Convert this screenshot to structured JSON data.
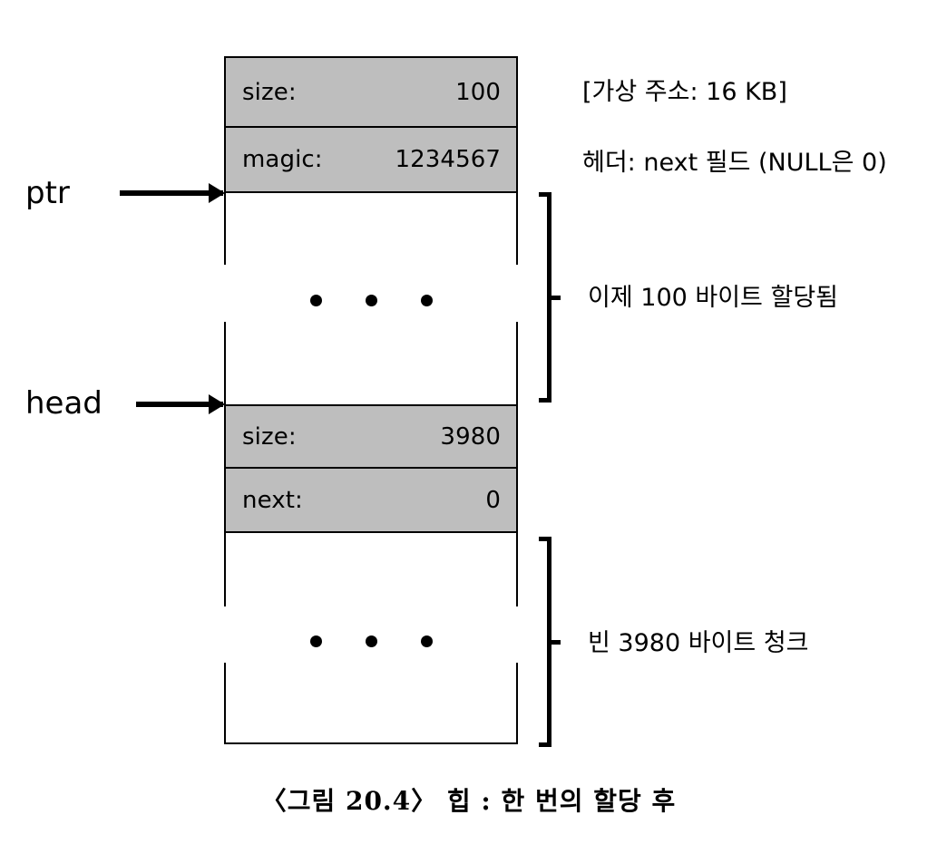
{
  "figure": {
    "caption": "〈그림 20.4〉 힙 : 한 번의 할당 후"
  },
  "colors": {
    "header_fill": "#bebebe",
    "stroke": "#000000",
    "background": "#ffffff"
  },
  "pointers": [
    {
      "name": "ptr",
      "label": "ptr"
    },
    {
      "name": "head",
      "label": "head"
    }
  ],
  "heap": {
    "allocated_chunk": {
      "header_fields": [
        {
          "label": "size:",
          "value": "100"
        },
        {
          "label": "magic:",
          "value": "1234567"
        }
      ],
      "body_ellipsis": "• • •"
    },
    "free_chunk": {
      "header_fields": [
        {
          "label": "size:",
          "value": "3980"
        },
        {
          "label": "next:",
          "value": "0"
        }
      ],
      "body_ellipsis": "• • •"
    }
  },
  "annotations": {
    "virtual_address": "[가상 주소: 16 KB]",
    "header_next": "헤더: next 필드 (NULL은 0)",
    "allocated_brace": "이제 100 바이트 할당됨",
    "free_brace": "빈 3980 바이트 청크"
  }
}
